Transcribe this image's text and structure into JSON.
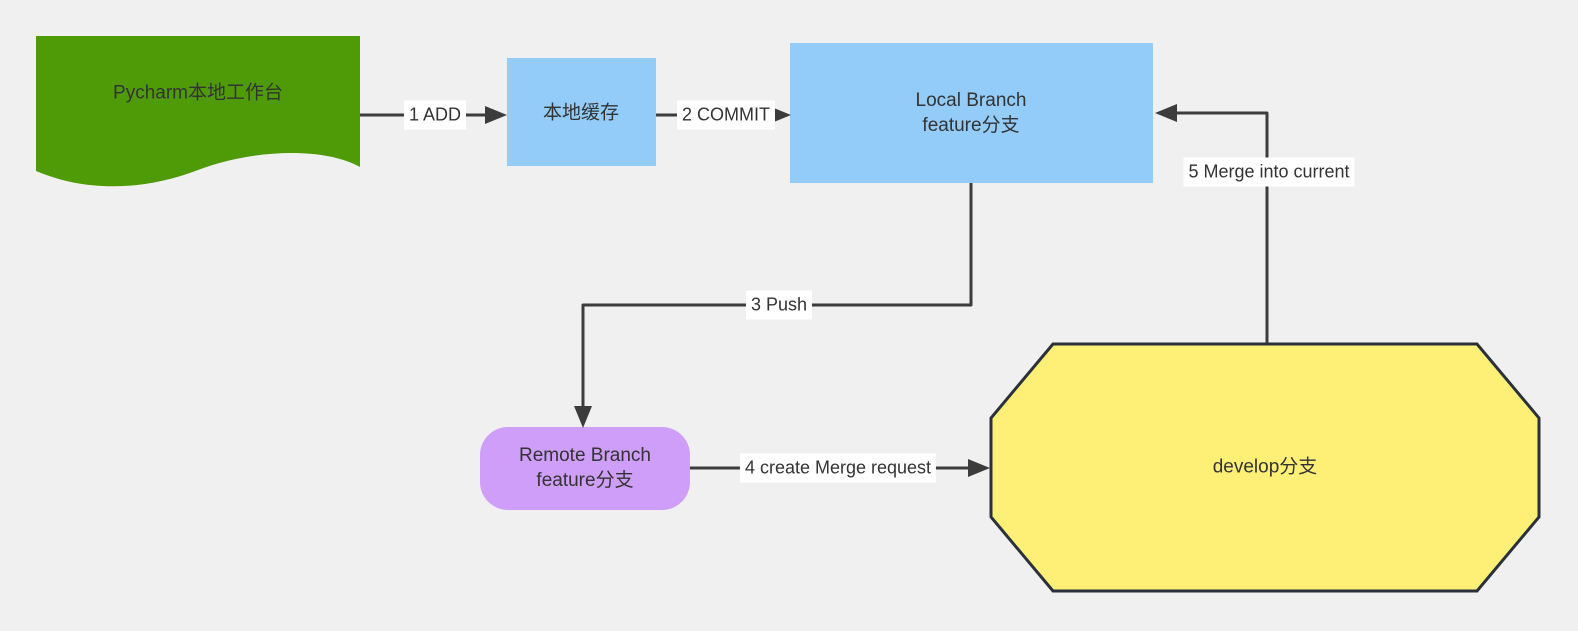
{
  "background": "#F0F0F0",
  "nodes": {
    "workbench": {
      "label": "Pycharm本地工作台",
      "shape": "document",
      "fill": "#4E9B07"
    },
    "cache": {
      "label": "本地缓存",
      "shape": "rectangle",
      "fill": "#93CBF9"
    },
    "local_branch": {
      "label": "Local Branch\nfeature分支",
      "shape": "rectangle",
      "fill": "#93CBF9"
    },
    "remote_branch": {
      "label": "Remote Branch\nfeature分支",
      "shape": "rounded-rectangle",
      "fill": "#CE9EF9"
    },
    "develop": {
      "label": "develop分支",
      "shape": "octagon",
      "fill": "#FEF077",
      "stroke": "#2B313B"
    }
  },
  "edges": {
    "add": {
      "label": "1 ADD",
      "from": "workbench",
      "to": "cache"
    },
    "commit": {
      "label": "2 COMMIT",
      "from": "cache",
      "to": "local_branch"
    },
    "push": {
      "label": "3 Push",
      "from": "local_branch",
      "to": "remote_branch"
    },
    "merge_request": {
      "label": "4 create Merge request",
      "from": "remote_branch",
      "to": "develop"
    },
    "merge_into": {
      "label": "5 Merge into current",
      "from": "develop",
      "to": "local_branch"
    }
  },
  "colors": {
    "connector": "#3C3C3C",
    "text": "#333333",
    "edge_label_background": "#FFFFFF",
    "canvas_background": "#F0F0F0"
  }
}
